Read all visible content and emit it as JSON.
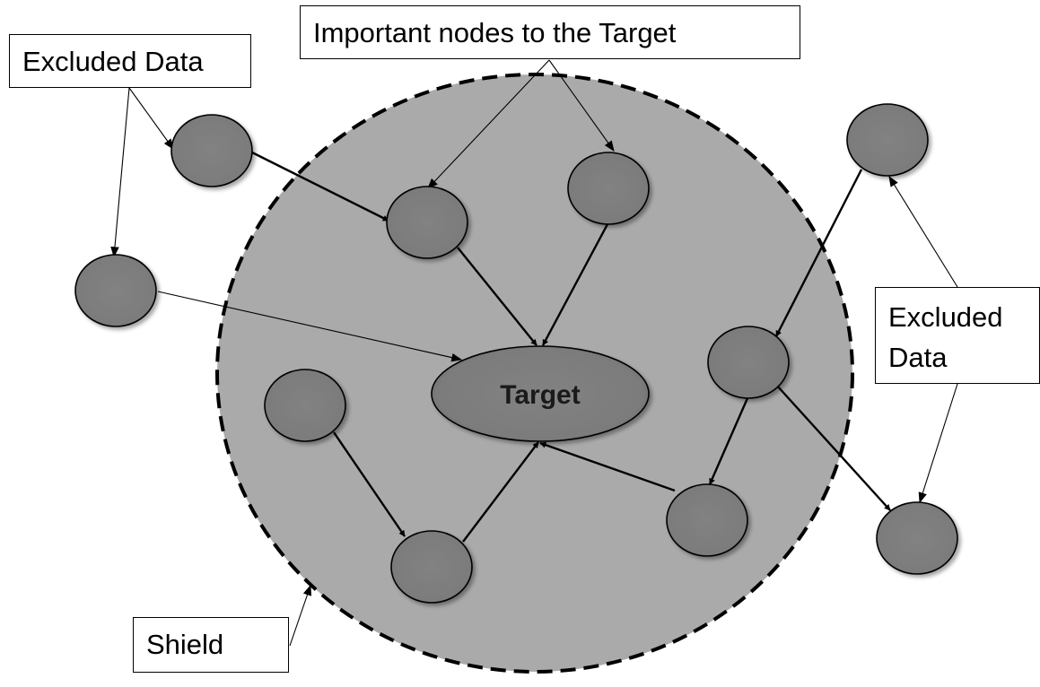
{
  "labels": {
    "important_nodes": "Important nodes to the Target",
    "excluded_left": "Excluded Data",
    "excluded_right_line1": "Excluded",
    "excluded_right_line2": "Data",
    "shield": "Shield",
    "target": "Target"
  },
  "colors": {
    "shield_fill": "#aaaaaa",
    "node_fill": "#828282",
    "target_fill": "#828282",
    "stroke": "#000000"
  }
}
